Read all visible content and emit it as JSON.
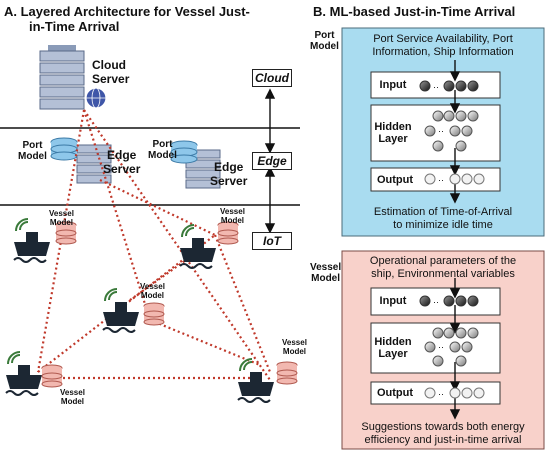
{
  "panel_a": {
    "title_line1": "A. Layered Architecture for Vessel Just-",
    "title_line2": "in-Time Arrival",
    "cloud_server_line1": "Cloud",
    "cloud_server_line2": "Server",
    "edge_server_line1": "Edge",
    "edge_server_line2": "Server",
    "port_model_line1": "Port",
    "port_model_line2": "Model",
    "vessel_model_line1": "Vessel",
    "vessel_model_line2": "Model",
    "tiers": [
      "Cloud",
      "Edge",
      "IoT"
    ]
  },
  "panel_b": {
    "title": "B. ML-based Just-in-Time Arrival",
    "port_label_line1": "Port",
    "port_label_line2": "Model",
    "port_input_line1": "Port Service Availability, Port",
    "port_input_line2": "Information, Ship Information",
    "port_output_line1": "Estimation of Time-of-Arrival",
    "port_output_line2": "to minimize idle time",
    "vessel_label_line1": "Vessel",
    "vessel_label_line2": "Model",
    "vessel_input_line1": "Operational parameters of the",
    "vessel_input_line2": "ship, Environmental variables",
    "vessel_output_line1": "Suggestions towards both energy",
    "vessel_output_line2": "efficiency and just-in-time arrival",
    "row_input": "Input",
    "row_hidden_line1": "Hidden",
    "row_hidden_line2": "Layer",
    "row_output": "Output",
    "colors": {
      "port_bg": "#a9dcf0",
      "vessel_bg": "#f8d1ca",
      "link": "#c0392b"
    }
  }
}
